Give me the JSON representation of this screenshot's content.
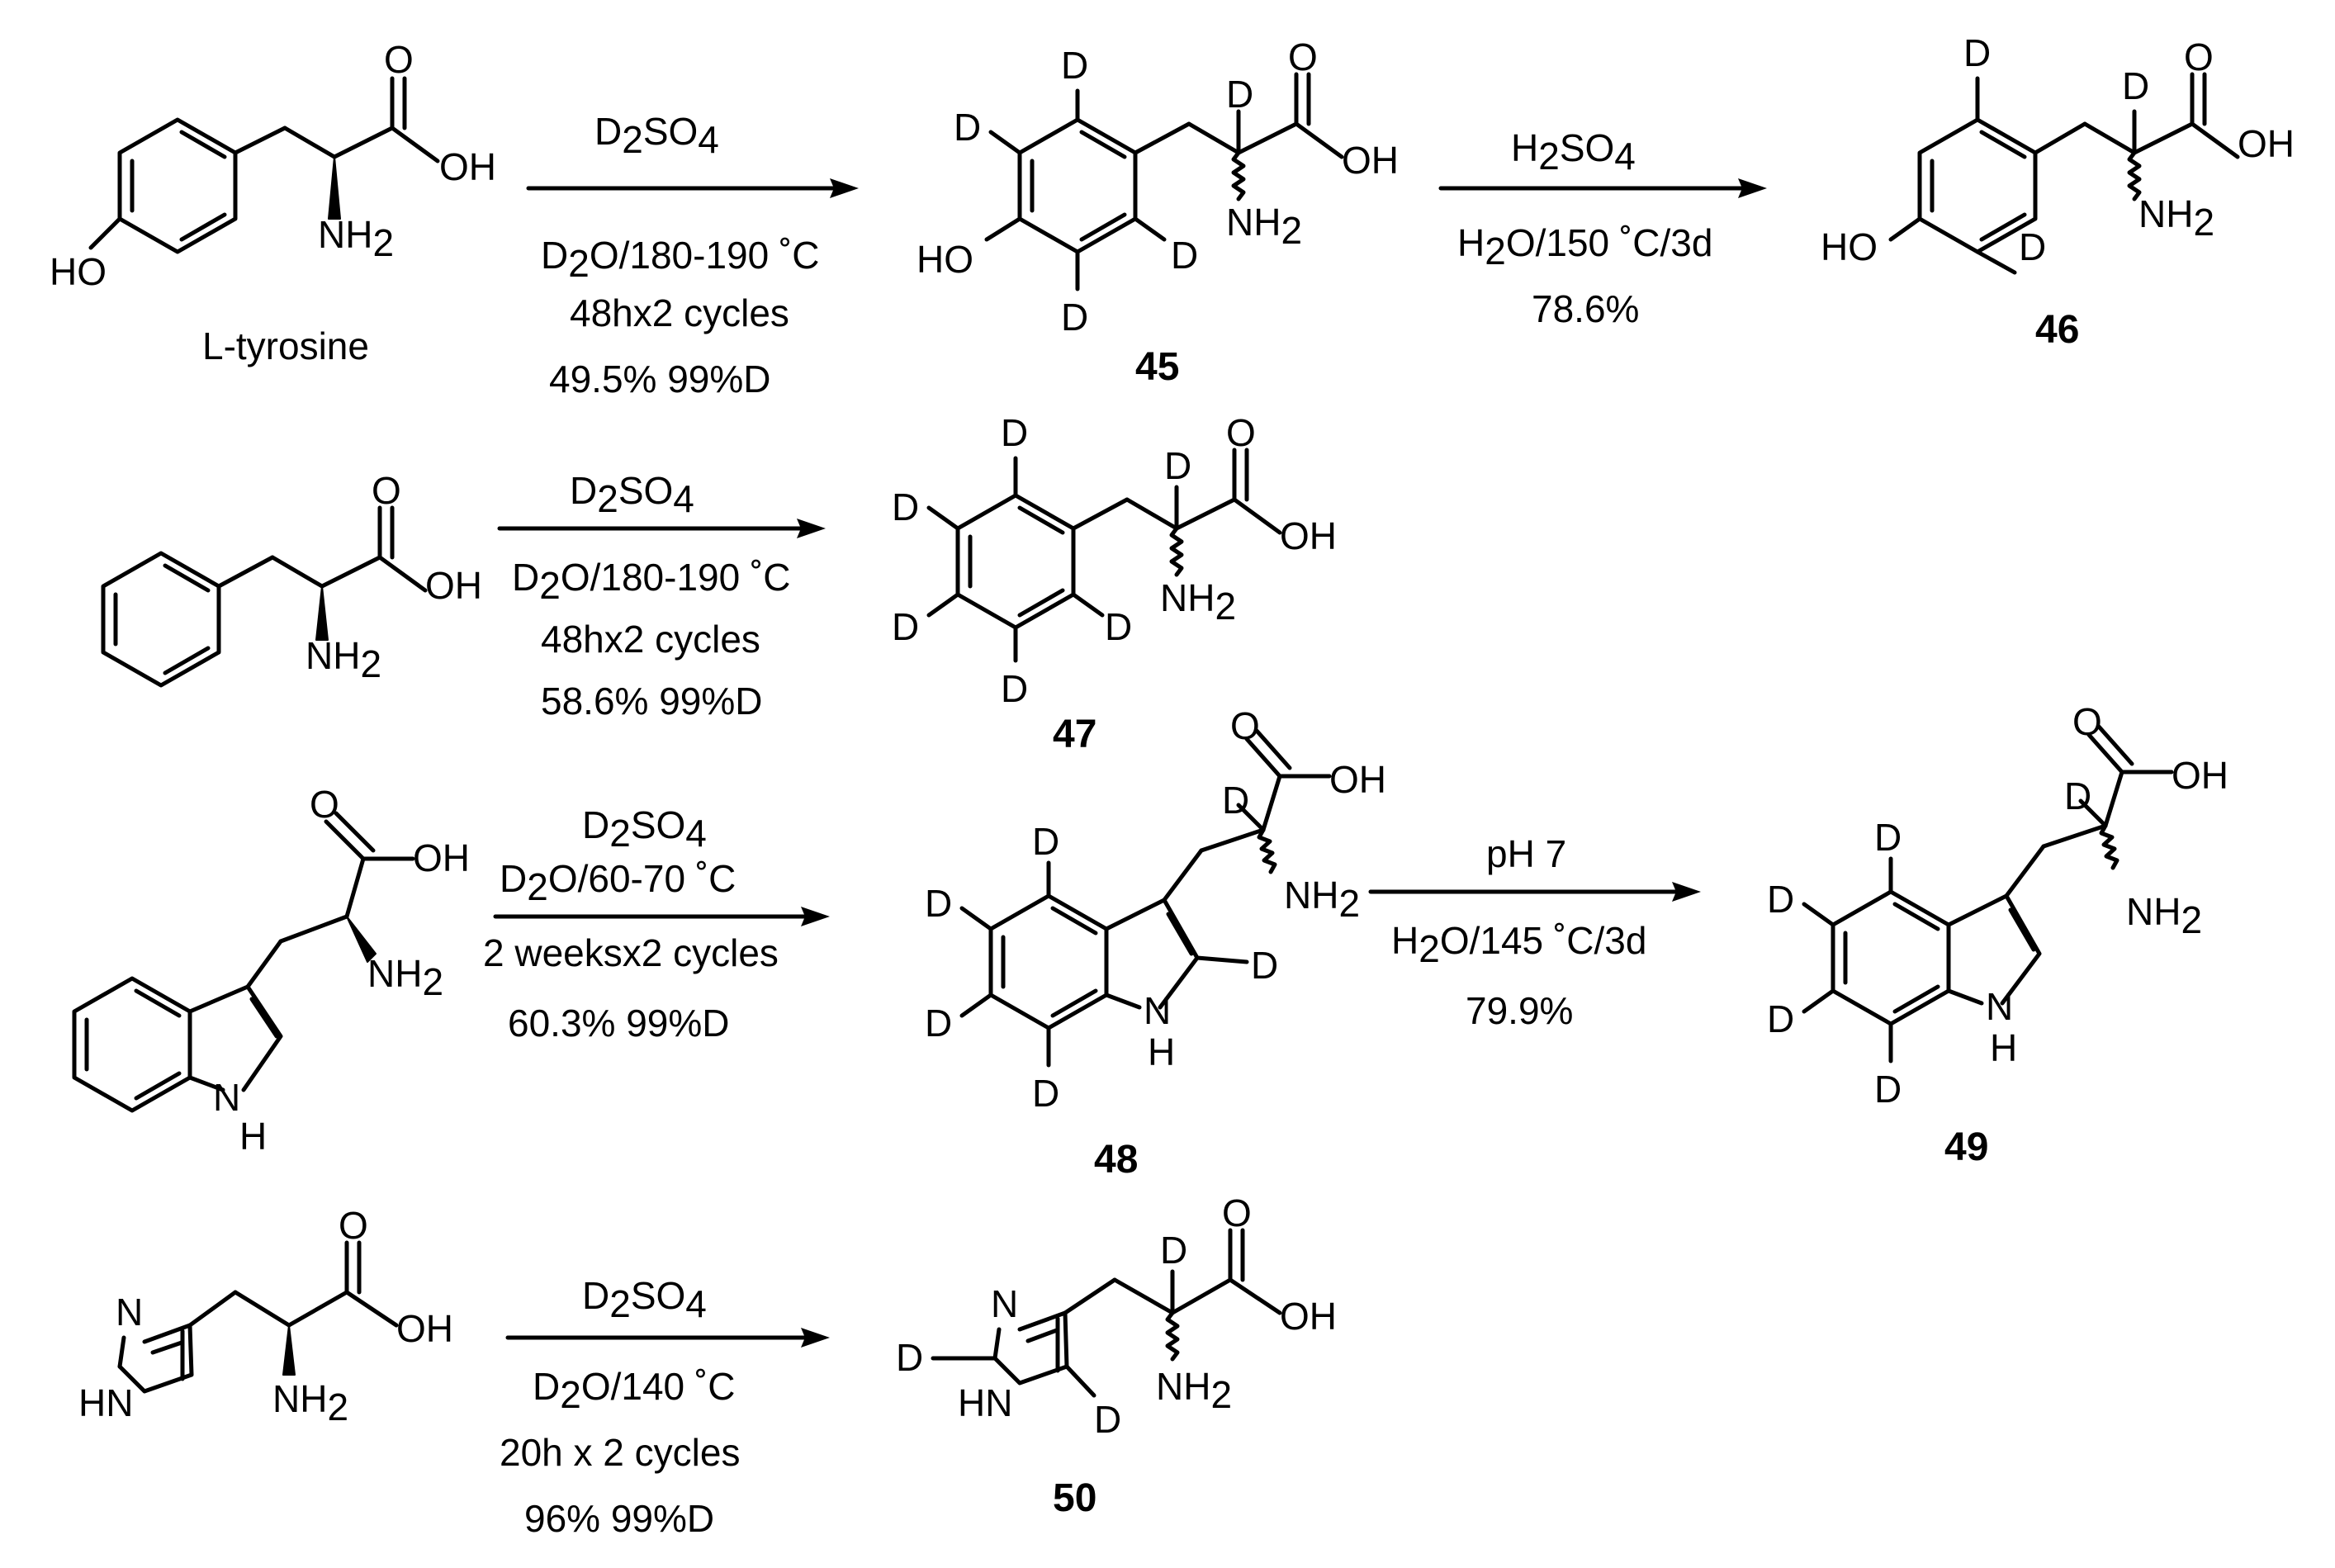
{
  "atoms": {
    "O": "O",
    "OH": "OH",
    "HO": "HO",
    "NH2_N": "NH",
    "NH2_sub": "2",
    "D": "D",
    "N": "N",
    "H": "H",
    "HN": "HN"
  },
  "reactions": {
    "r1": {
      "reagent_main": "D",
      "reagent_sub1": "2",
      "reagent_rest": "SO",
      "reagent_sub2": "4",
      "cond1_pre": "D",
      "cond1_sub": "2",
      "cond1_rest": "O/180-190 ˚C",
      "cond2": "48hx2 cycles",
      "yield": "49.5% 99%D"
    },
    "r2": {
      "reagent_main": "H",
      "reagent_sub1": "2",
      "reagent_rest": "SO",
      "reagent_sub2": "4",
      "cond1_pre": "H",
      "cond1_sub": "2",
      "cond1_rest": "O/150 ˚C/3d",
      "yield": "78.6%"
    },
    "r3": {
      "reagent_main": "D",
      "reagent_sub1": "2",
      "reagent_rest": "SO",
      "reagent_sub2": "4",
      "cond1_pre": "D",
      "cond1_sub": "2",
      "cond1_rest": "O/180-190 ˚C",
      "cond2": "48hx2 cycles",
      "yield": "58.6% 99%D"
    },
    "r4": {
      "reagent_main": "D",
      "reagent_sub1": "2",
      "reagent_rest": "SO",
      "reagent_sub2": "4",
      "cond1_pre": "D",
      "cond1_sub": "2",
      "cond1_rest": "O/60-70 ˚C",
      "cond2": "2 weeksx2 cycles",
      "yield": "60.3% 99%D"
    },
    "r5": {
      "reagent": "pH 7",
      "cond1_pre": "H",
      "cond1_sub": "2",
      "cond1_rest": "O/145 ˚C/3d",
      "yield": "79.9%"
    },
    "r6": {
      "reagent_main": "D",
      "reagent_sub1": "2",
      "reagent_rest": "SO",
      "reagent_sub2": "4",
      "cond1_pre": "D",
      "cond1_sub": "2",
      "cond1_rest": "O/140 ˚C",
      "cond2": "20h x 2 cycles",
      "yield": "96% 99%D"
    }
  },
  "compounds": {
    "tyrosine_label": "L-tyrosine",
    "c45": "45",
    "c46": "46",
    "c47": "47",
    "c48": "48",
    "c49": "49",
    "c50": "50"
  }
}
